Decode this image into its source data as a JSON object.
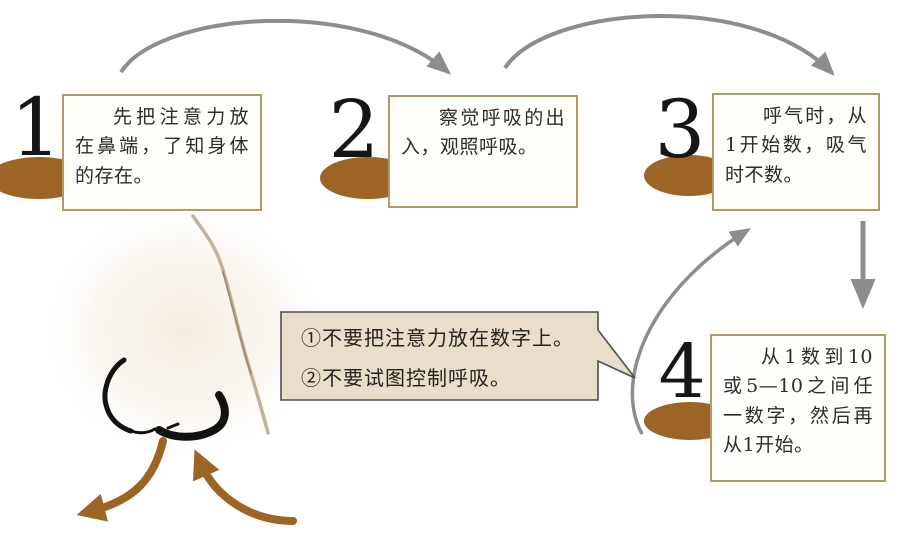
{
  "diagram": {
    "type": "flow-diagram",
    "language": "zh-CN",
    "topic": "breath counting meditation steps",
    "steps": [
      {
        "number": "1",
        "text": "先把注意力放在鼻端，了知身体的存在。"
      },
      {
        "number": "2",
        "text": "察觉呼吸的出入，观照呼吸。"
      },
      {
        "number": "3",
        "text": "呼气时，从1开始数，吸气时不数。"
      },
      {
        "number": "4",
        "text": "从1数到10或5—10之间任一数字，然后再从1开始。"
      }
    ],
    "callout": {
      "notes": [
        "①不要把注意力放在数字上。",
        "②不要试图控制呼吸。"
      ]
    },
    "connectors": [
      {
        "from": "step-1",
        "to": "step-2",
        "style": "arc",
        "color": "gray"
      },
      {
        "from": "step-2",
        "to": "step-3",
        "style": "arc",
        "color": "gray"
      },
      {
        "from": "step-3",
        "to": "step-4",
        "style": "straight-down",
        "color": "gray"
      },
      {
        "from": "step-4",
        "to": "step-3",
        "style": "curve-up",
        "color": "gray"
      }
    ],
    "illustration": {
      "subject": "ink sketch of a nose",
      "exhale_arrow": "curved brown arrow pointing down-left away from nostril",
      "inhale_arrow": "curved brown arrow pointing up toward nostril"
    },
    "colors": {
      "accent_brown": "#9c6526",
      "arrow_gray": "#8d8d8d",
      "box_border_tan": "#b49a62",
      "box_fill": "#fffefb",
      "callout_fill": "#e9ddcc",
      "callout_border": "#4f4f4f",
      "ink_black": "#141210",
      "text_dark": "#2e2c29"
    }
  }
}
